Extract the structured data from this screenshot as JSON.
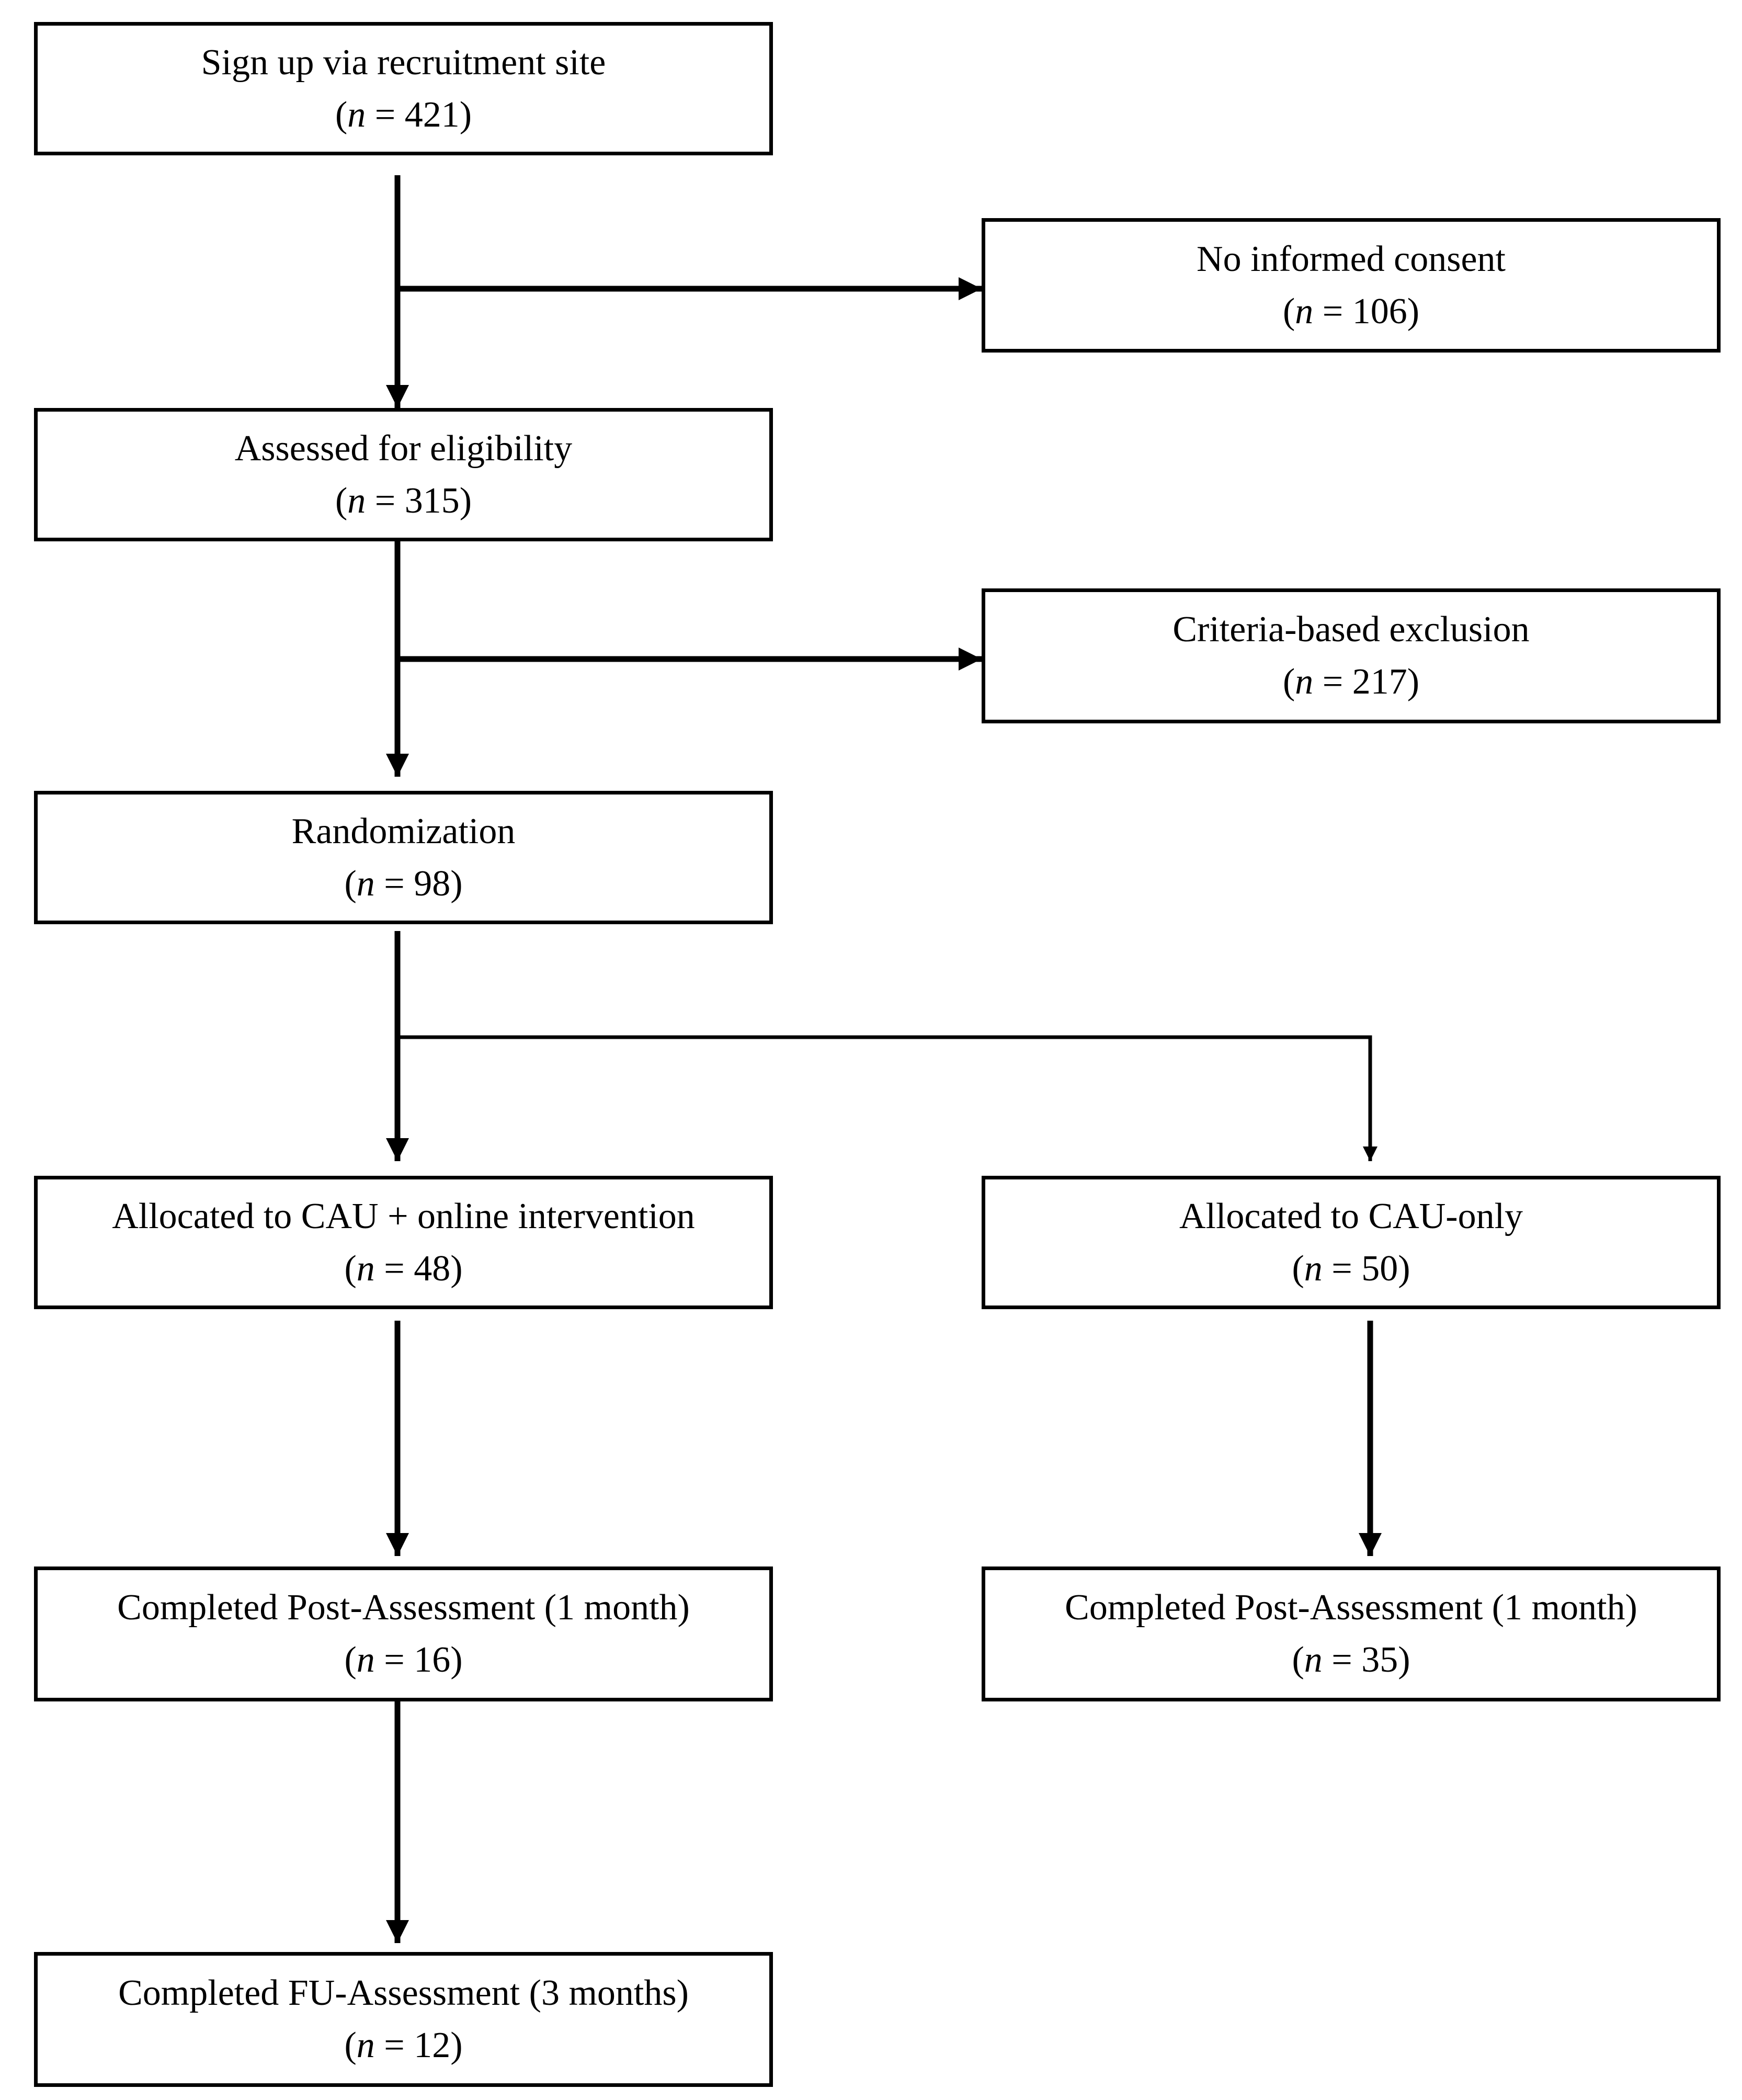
{
  "boxes": {
    "signup": {
      "label": "Sign up via recruitment site",
      "count": "421"
    },
    "no_consent": {
      "label": "No informed consent",
      "count": "106"
    },
    "assessed": {
      "label": "Assessed for eligibility",
      "count": "315"
    },
    "exclusion": {
      "label": "Criteria-based exclusion",
      "count": "217"
    },
    "randomization": {
      "label": "Randomization",
      "count": "98"
    },
    "alloc_intervention": {
      "label": "Allocated to CAU + online intervention",
      "count": "48"
    },
    "alloc_cau": {
      "label": "Allocated to CAU-only",
      "count": "50"
    },
    "post_intervention": {
      "label": "Completed Post-Assessment (1 month)",
      "count": "16"
    },
    "post_cau": {
      "label": "Completed Post-Assessment (1 month)",
      "count": "35"
    },
    "fu_intervention": {
      "label": "Completed FU-Assessment (3 months)",
      "count": "12"
    }
  }
}
